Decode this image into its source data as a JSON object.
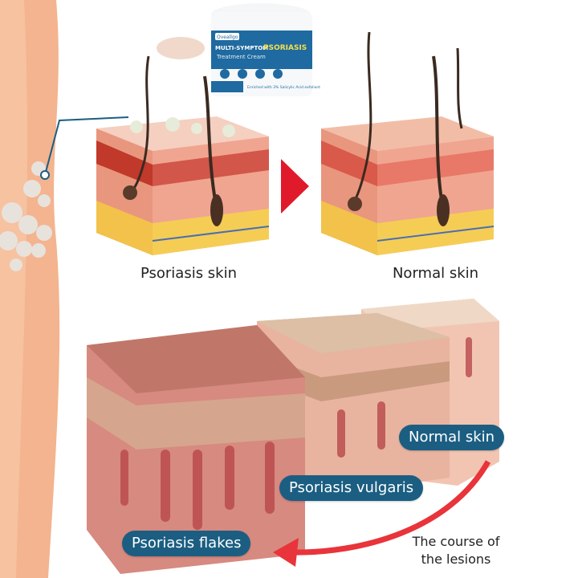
{
  "product": {
    "brand": "Oveallgo",
    "name_line1": "MULTI-SYMPTOM",
    "name_highlight": "PSORIASIS",
    "name_line2": "Treatment Cream",
    "claim": "Enriched with 3% Salicylic Acid exfoliant"
  },
  "top_labels": {
    "left": "Psoriasis skin",
    "right": "Normal skin"
  },
  "bottom_labels": {
    "normal": "Normal skin",
    "vulgaris": "Psoriasis vulgaris",
    "flakes": "Psoriasis flakes",
    "course_line1": "The course of",
    "course_line2": "the lesions"
  },
  "colors": {
    "pill": "#1b5e82",
    "arrow": "#e8343a",
    "skin": "#f3b48f",
    "connector": "#1b5e82"
  }
}
